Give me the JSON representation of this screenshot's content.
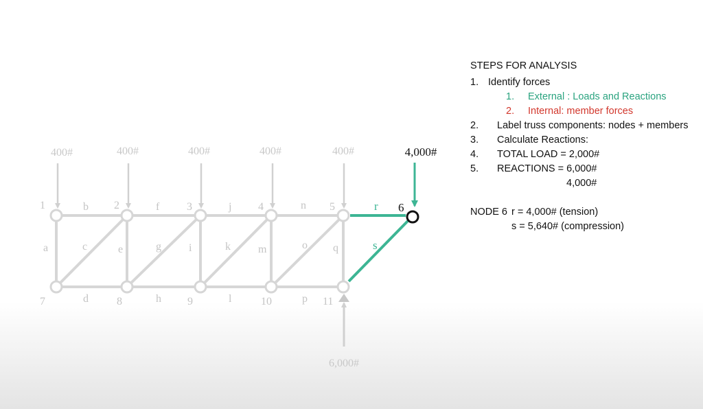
{
  "diagram": {
    "loads": [
      "400#",
      "400#",
      "400#",
      "400#",
      "400#"
    ],
    "node6_load": "4,000#",
    "reaction_label": "6,000#",
    "node_labels": [
      "1",
      "2",
      "3",
      "4",
      "5",
      "6",
      "7",
      "8",
      "9",
      "10",
      "11"
    ],
    "member_labels": [
      "a",
      "b",
      "c",
      "d",
      "e",
      "f",
      "g",
      "h",
      "i",
      "j",
      "k",
      "l",
      "m",
      "n",
      "o",
      "p",
      "q",
      "r",
      "s"
    ],
    "colors": {
      "faded": "#d6d6d6",
      "highlight": "#3db594",
      "label_faded": "#c4c4c4",
      "node6": "#111111"
    }
  },
  "steps": {
    "title": "STEPS FOR ANALYSIS",
    "item1_num": "1.",
    "item1": "Identify forces",
    "sub1_num": "1.",
    "sub1": "External : Loads and Reactions",
    "sub2_num": "2.",
    "sub2": "Internal: member forces",
    "item2_num": "2.",
    "item2": "Label truss components: nodes + members",
    "item3_num": "3.",
    "item3": "Calculate Reactions:",
    "item4_num": "4.",
    "item4": "TOTAL LOAD = 2,000#",
    "item5_num": "5.",
    "item5": "REACTIONS = 6,000#",
    "item5b": "4,000#",
    "node6_title": "NODE 6",
    "node6_r": "r = 4,000# (tension)",
    "node6_s": "s = 5,640# (compression)"
  }
}
